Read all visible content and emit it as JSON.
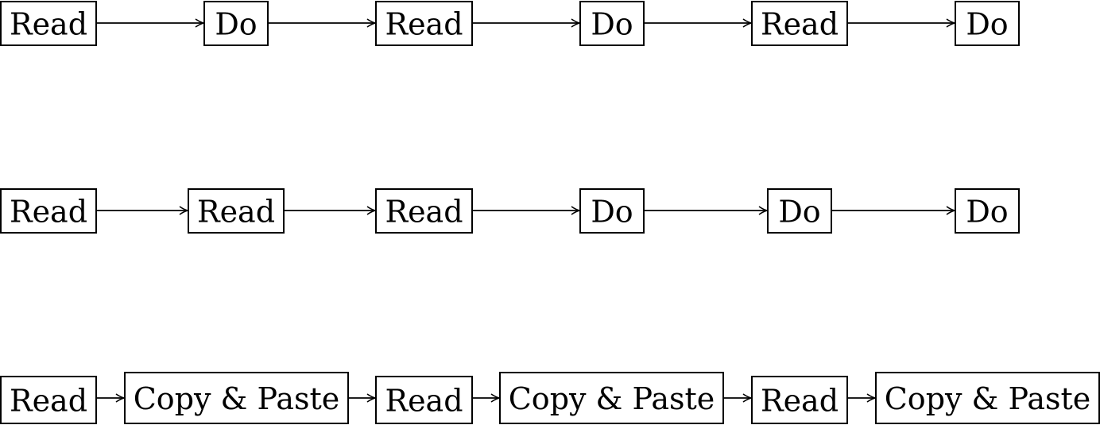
{
  "colors": {
    "background": "#ffffff",
    "stroke": "#000000",
    "text": "#000000"
  },
  "rows": [
    {
      "nodes": [
        {
          "label": "Read"
        },
        {
          "label": "Do"
        },
        {
          "label": "Read"
        },
        {
          "label": "Do"
        },
        {
          "label": "Read"
        },
        {
          "label": "Do"
        }
      ]
    },
    {
      "nodes": [
        {
          "label": "Read"
        },
        {
          "label": "Read"
        },
        {
          "label": "Read"
        },
        {
          "label": "Do"
        },
        {
          "label": "Do"
        },
        {
          "label": "Do"
        }
      ]
    },
    {
      "nodes": [
        {
          "label": "Read"
        },
        {
          "label": "Copy & Paste"
        },
        {
          "label": "Read"
        },
        {
          "label": "Copy & Paste"
        },
        {
          "label": "Read"
        },
        {
          "label": "Copy & Paste"
        }
      ]
    }
  ]
}
